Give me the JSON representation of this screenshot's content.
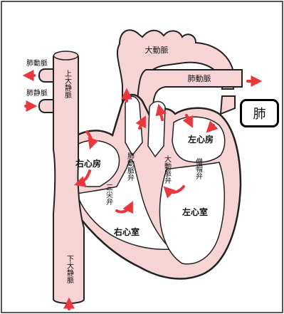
{
  "colors": {
    "vessel_fill": "#f6d4d6",
    "vessel_stroke": "#222222",
    "chamber_fill": "#ffffff",
    "arrow": "#e8383d",
    "frame": "#222222"
  },
  "labels": {
    "aorta": "大動脈",
    "pulmonary_artery_left": "肺動脈",
    "pulmonary_artery_right": "肺動脈",
    "pulmonary_vein_left": "肺静脈",
    "superior_vena_cava": "上大静脈",
    "inferior_vena_cava": "下大静脈",
    "right_atrium": "右心房",
    "left_atrium": "左心房",
    "right_ventricle": "右心室",
    "left_ventricle": "左心室",
    "pulmonary_valve": "肺動脈弁",
    "aortic_valve": "大動脈弁",
    "tricuspid_valve": "三尖弁",
    "mitral_valve": "僧帽弁",
    "lung": "肺"
  }
}
